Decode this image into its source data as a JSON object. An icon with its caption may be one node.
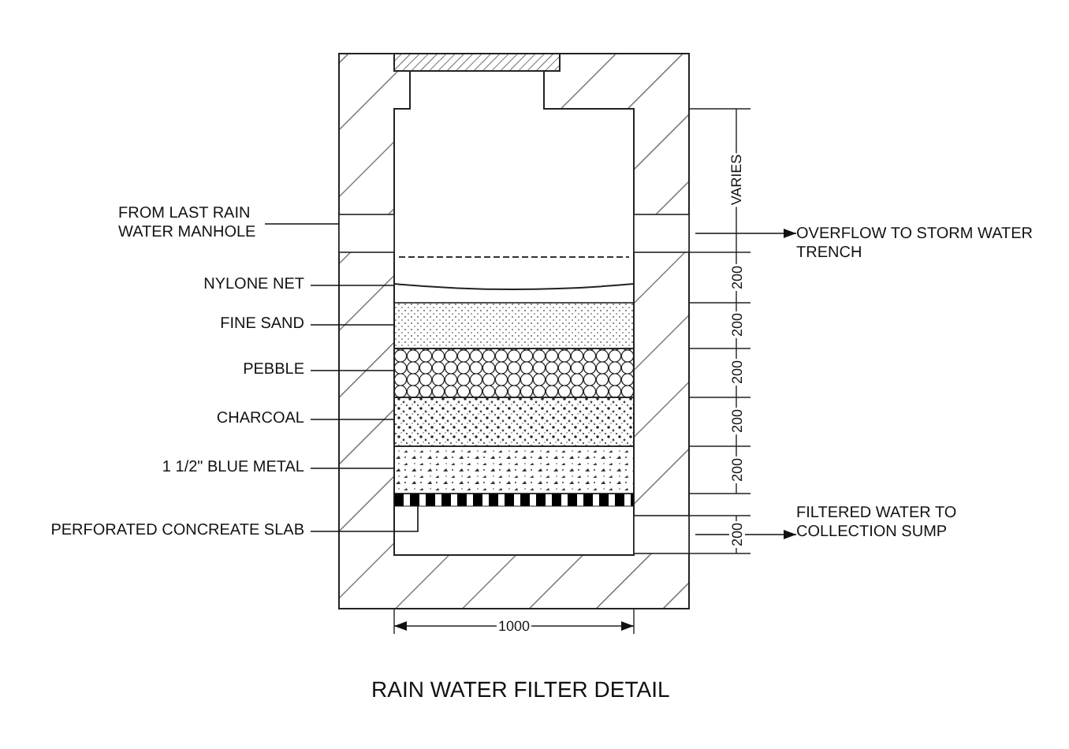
{
  "diagram": {
    "title": "RAIN WATER FILTER DETAIL",
    "nodes": [
      {
        "text": [
          "FROM LAST RAIN WATER MANHOLE"
        ]
      },
      {
        "text": [],
        "shape": "box"
      },
      {
        "text": [
          "NYLONE NET"
        ]
      },
      {
        "text": [],
        "shape": "bar"
      },
      {
        "text": [
          "FINE SAND"
        ]
      },
      {
        "text": [],
        "shape": "box"
      },
      {
        "text": [
          "PEBBLE"
        ]
      },
      {
        "text": [],
        "shape": "box"
      },
      {
        "text": [
          "CHARCOAL"
        ]
      },
      {
        "text": [],
        "shape": "box"
      },
      {
        "text": [
          "1 1/2\" BLUE METAL"
        ]
      },
      {
        "text": [],
        "shape": "box"
      },
      {
        "text": [
          "PERFORATED CONCREATE SLAB"
        ]
      },
      {
        "text": [],
        "shape": "bar"
      },
      {
        "text": [],
        "shape": "box"
      },
      {
        "text": [
          "OVERFLOW TO STORM WATER TRENCH"
        ]
      },
      {
        "text": [],
        "shape": "box"
      },
      {
        "text": [
          "FILTERED WATER TO COLLECTION SUMP"
        ]
      }
    ],
    "edges": [
      {
        "from": 0,
        "to": 1,
        "arrow": "none"
      },
      {
        "from": 2,
        "to": 3,
        "arrow": "none"
      },
      {
        "from": 4,
        "to": 5,
        "arrow": "none"
      },
      {
        "from": 6,
        "to": 7,
        "arrow": "none"
      },
      {
        "from": 8,
        "to": 9,
        "arrow": "none"
      },
      {
        "from": 10,
        "to": 11,
        "arrow": "none"
      },
      {
        "from": 12,
        "to": 13,
        "arrow": "none"
      },
      {
        "from": 14,
        "to": 15,
        "arrow": "to"
      },
      {
        "from": 16,
        "to": 17,
        "arrow": "to"
      }
    ],
    "labels": [
      "VARIES",
      "200",
      "200",
      "200",
      "200",
      "200",
      "200",
      "1000"
    ]
  }
}
